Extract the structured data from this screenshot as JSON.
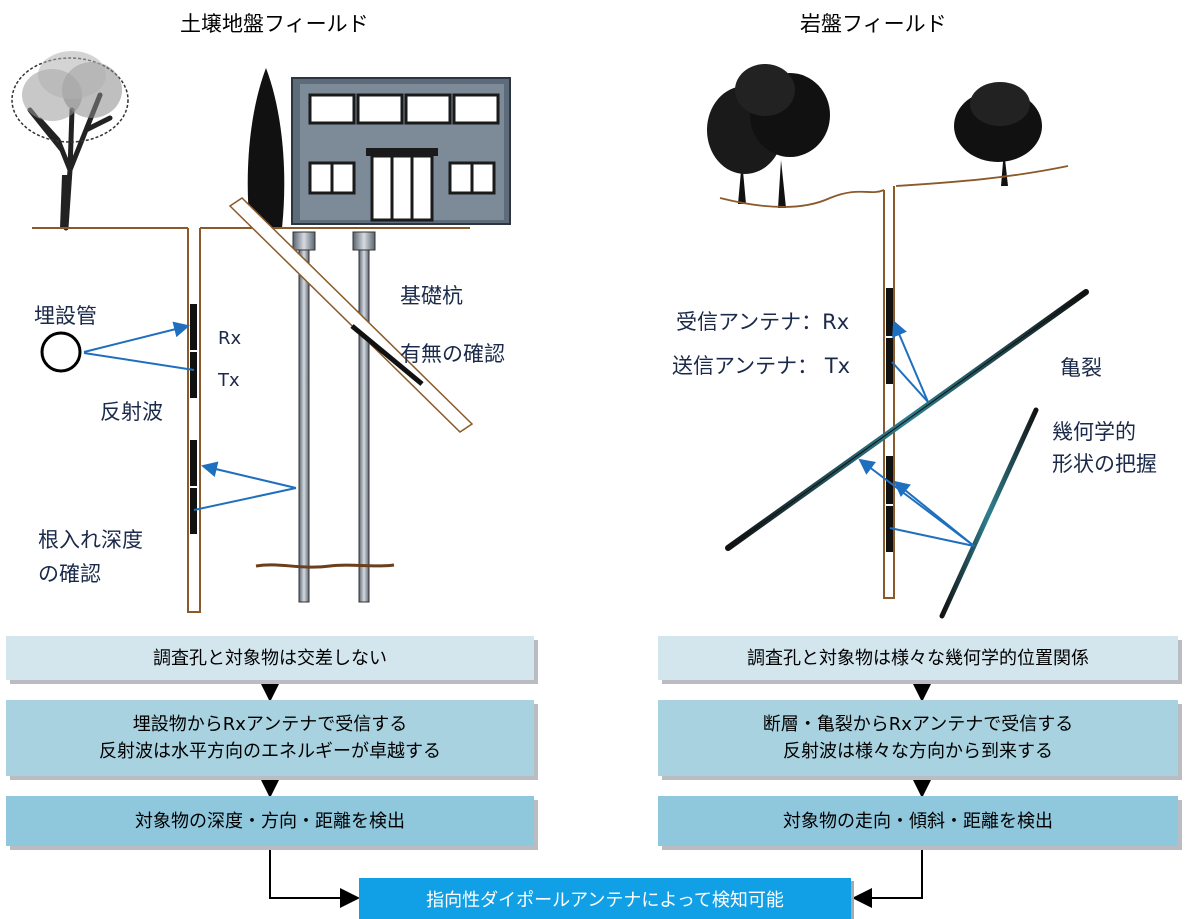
{
  "titles": {
    "soil": "土壌地盤フィールド",
    "rock": "岩盤フィールド"
  },
  "soil_labels": {
    "buried_pipe": "埋設管",
    "rx": "Rx",
    "tx": "Tx",
    "reflected_wave": "反射波",
    "pile_line1": "基礎杭",
    "pile_line2": "有無の確認",
    "depth_line1": "根入れ深度",
    "depth_line2": "の確認"
  },
  "rock_labels": {
    "rx_antenna": "受信アンテナ：Rx",
    "tx_antenna": "送信アンテナ： Tx",
    "crack": "亀裂",
    "geo_line1": "幾何学的",
    "geo_line2": "形状の把握"
  },
  "flow_left": {
    "step1": "調査孔と対象物は交差しない",
    "step2_line1": "埋設物からRxアンテナで受信する",
    "step2_line2": "反射波は水平方向のエネルギーが卓越する",
    "step3": "対象物の深度・方向・距離を検出"
  },
  "flow_right": {
    "step1": "調査孔と対象物は様々な幾何学的位置関係",
    "step2_line1": "断層・亀裂からRxアンテナで受信する",
    "step2_line2": "反射波は様々な方向から到来する",
    "step3": "対象物の走向・傾斜・距離を検出"
  },
  "conclusion": "指向性ダイポールアンテナによって検知可能",
  "colors": {
    "ground": "#8b5a2b",
    "wave": "#1f6fbf",
    "flow_light": "#d3e6ee",
    "flow_mid": "#a8d2e0",
    "flow_dark": "#8fc7dc",
    "conclusion": "#11a0e6"
  }
}
